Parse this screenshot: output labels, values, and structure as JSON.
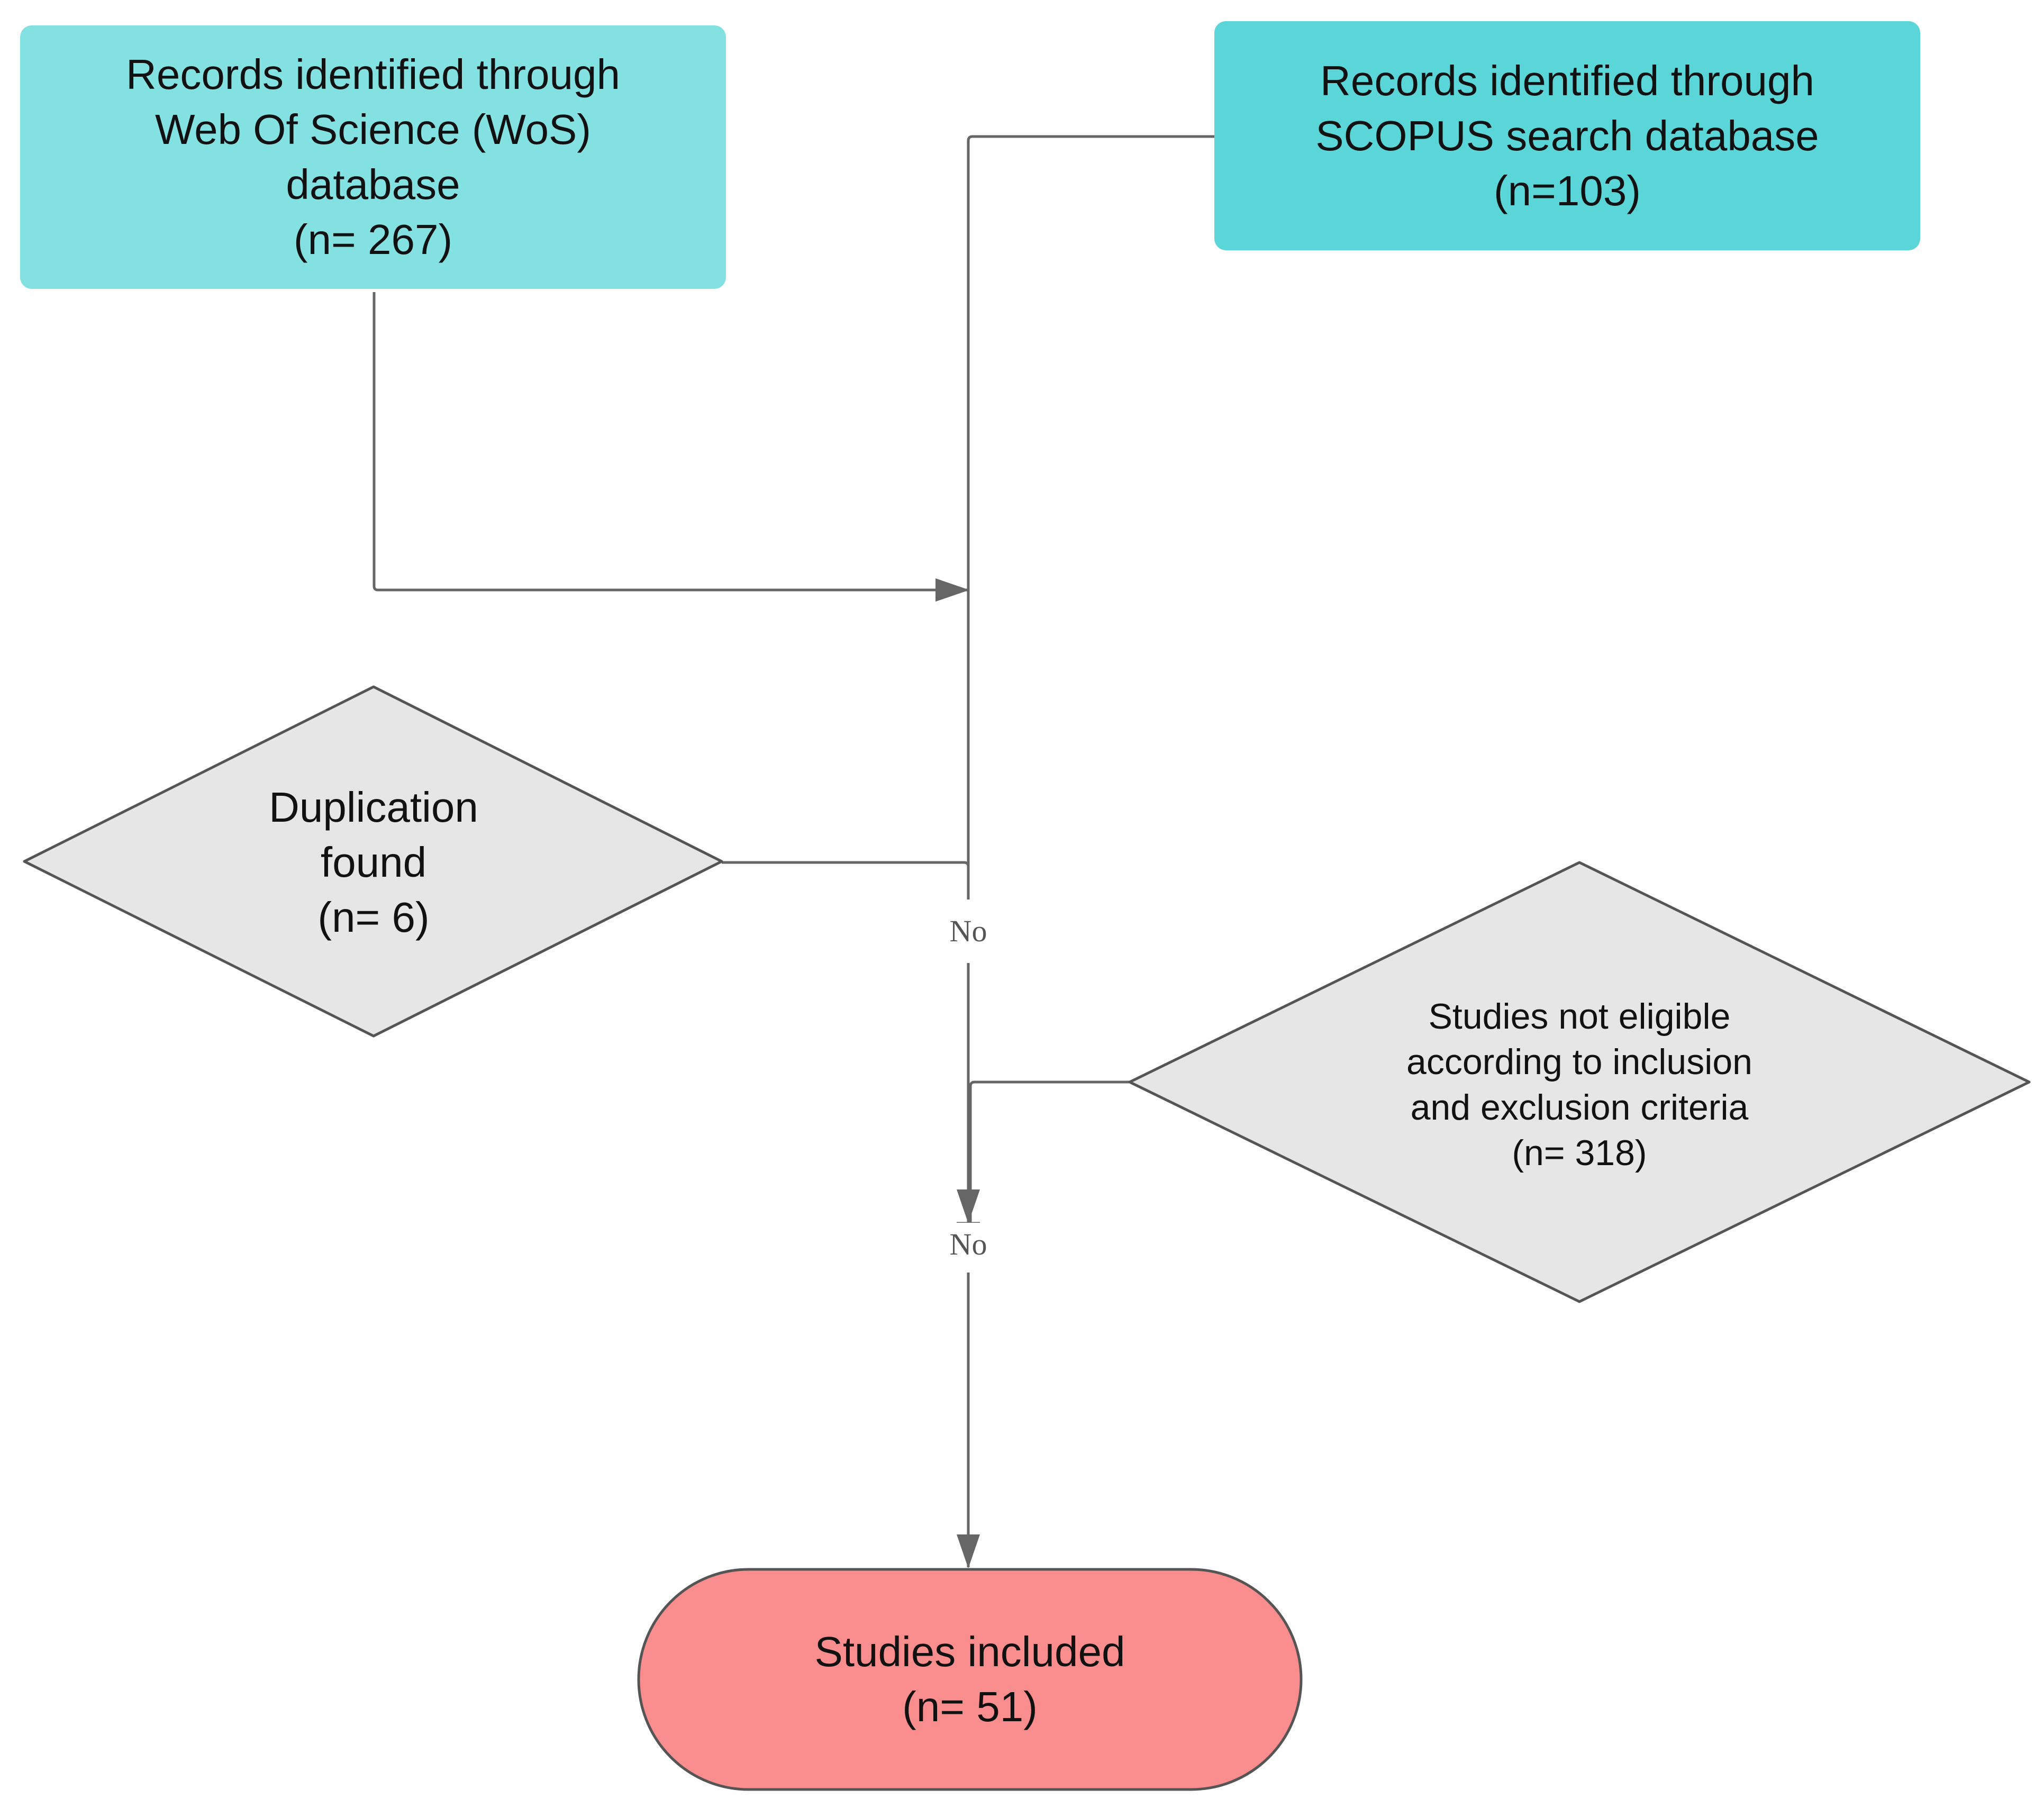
{
  "nodes": {
    "wos": {
      "lines": [
        "Records identified through",
        "Web Of Science (WoS)",
        "database",
        "(n= 267)"
      ]
    },
    "scopus": {
      "lines": [
        "Records identified through",
        "SCOPUS search database",
        "(n=103)"
      ]
    },
    "duplication": {
      "lines": [
        "Duplication",
        "found",
        "(n= 6)"
      ]
    },
    "not_eligible": {
      "lines": [
        "Studies not eligible",
        "according to inclusion",
        "and exclusion criteria",
        "(n= 318)"
      ]
    },
    "included": {
      "lines": [
        "Studies included",
        "(n= 51)"
      ]
    }
  },
  "edge_labels": {
    "no_1": "No",
    "no_2": "No"
  },
  "colors": {
    "wos_fill": "#84e1e1",
    "scopus_fill": "#5ad5d8",
    "decision_fill": "#e6e6e6",
    "included_fill": "#fa8d8d",
    "line": "#666666"
  }
}
